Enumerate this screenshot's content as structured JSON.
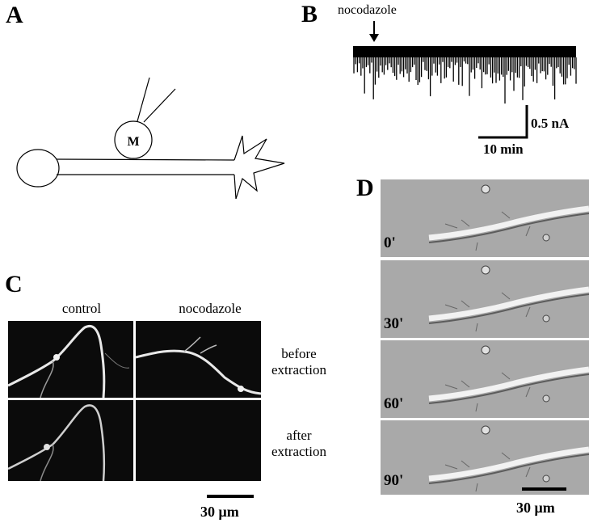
{
  "panels": {
    "a": {
      "letter": "A",
      "soma_label": "M"
    },
    "b": {
      "letter": "B",
      "arrow_label": "nocodazole",
      "scale_current": "0.5 nA",
      "scale_time": "10 min"
    },
    "c": {
      "letter": "C",
      "col_headers": [
        "control",
        "nocodazole"
      ],
      "row_labels": [
        {
          "line1": "before",
          "line2": "extraction"
        },
        {
          "line1": "after",
          "line2": "extraction"
        }
      ],
      "scale_bar": "30 μm"
    },
    "d": {
      "letter": "D",
      "frames": [
        {
          "time": "0'"
        },
        {
          "time": "30'"
        },
        {
          "time": "60'"
        },
        {
          "time": "90'"
        }
      ],
      "scale_bar": "30 μm"
    }
  },
  "colors": {
    "micrograph_gray": "#a9a9a9",
    "fluorescence_bg": "#0b0b0b",
    "neurite_glow": "#e8e8e8"
  }
}
